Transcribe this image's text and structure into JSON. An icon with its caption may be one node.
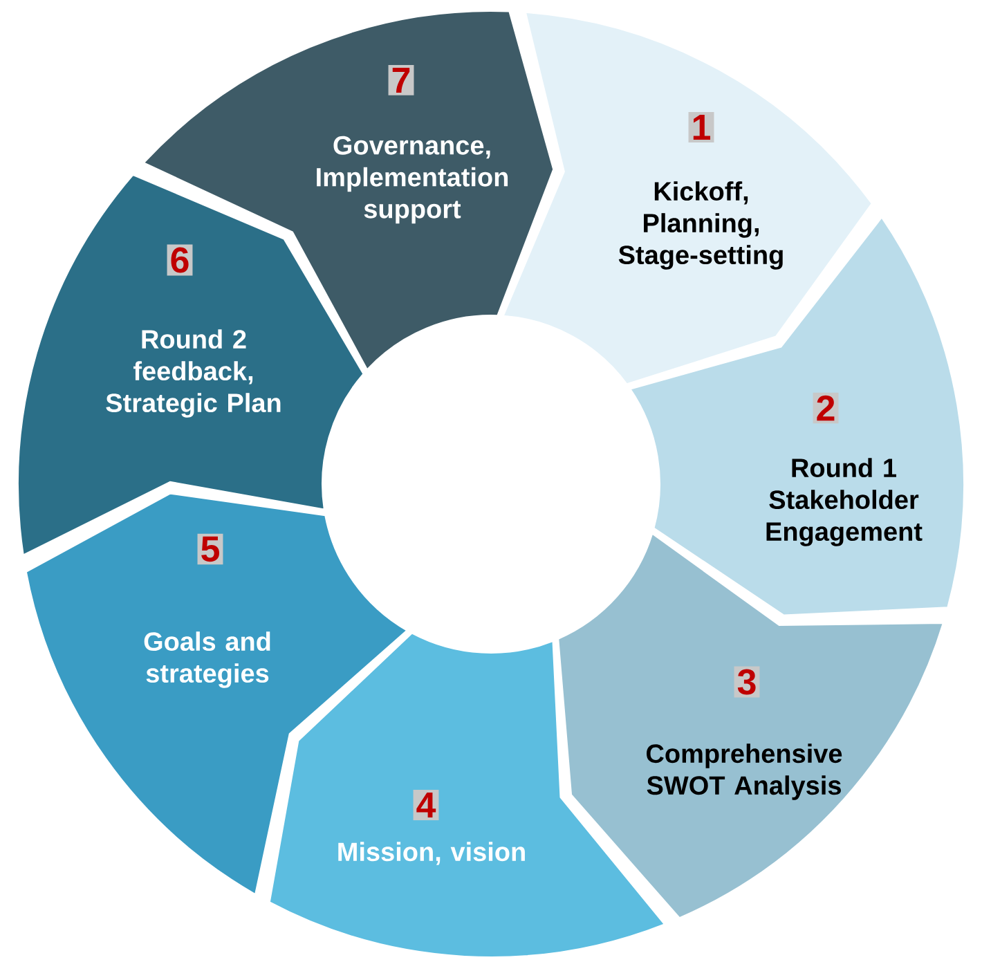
{
  "diagram": {
    "nodes": [
      {
        "text": [
          "1",
          "Kickoff, Planning, Stage-setting"
        ]
      },
      {
        "text": [
          "2",
          "Round 1 Stakeholder Engagement"
        ]
      },
      {
        "text": [
          "3",
          "Comprehensive SWOT Analysis"
        ]
      },
      {
        "text": [
          "4",
          "Mission, vision"
        ]
      },
      {
        "text": [
          "5",
          "Goals and strategies"
        ]
      },
      {
        "text": [
          "6",
          "Round 2 feedback, Strategic Plan"
        ]
      },
      {
        "text": [
          "7",
          "Governance, Implementation support"
        ]
      }
    ]
  }
}
